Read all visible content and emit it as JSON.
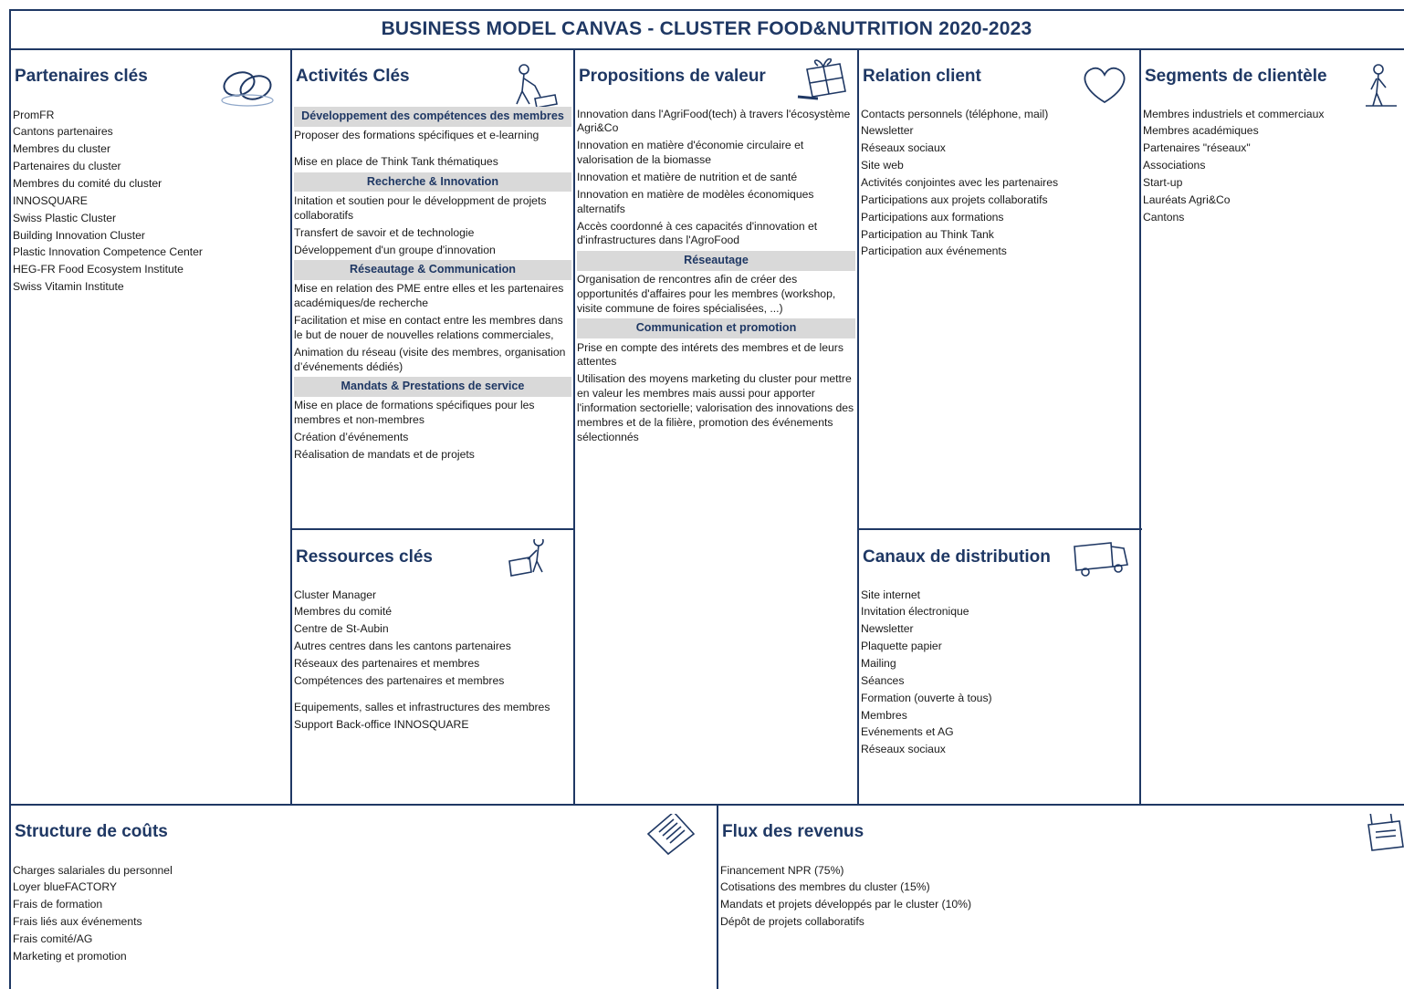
{
  "title": "BUSINESS MODEL CANVAS - CLUSTER FOOD&NUTRITION 2020-2023",
  "colors": {
    "frame": "#1f3864",
    "heading": "#1f3864",
    "section_bg": "#d9d9d9"
  },
  "partenaires": {
    "heading": "Partenaires clés",
    "icon": "chain-links-icon",
    "items": [
      "PromFR",
      "Cantons partenaires",
      "Membres du cluster",
      "Partenaires du cluster",
      "Membres du comité du cluster",
      "INNOSQUARE",
      "Swiss Plastic Cluster",
      "Building Innovation Cluster",
      "Plastic Innovation Competence Center",
      "HEG-FR Food Ecosystem Institute",
      "Swiss Vitamin Institute"
    ]
  },
  "activites": {
    "heading": "Activités Clés",
    "icon": "worker-icon",
    "sections": [
      {
        "title": "Développement des compétences des membres",
        "items": [
          "Proposer des formations spécifiques et e-learning",
          "",
          "Mise en place de Think Tank thématiques"
        ]
      },
      {
        "title": "Recherche & Innovation",
        "items": [
          "Initation et soutien pour le développment de projets collaboratifs",
          "Transfert de savoir et de technologie",
          "Développement d'un groupe d'innovation"
        ]
      },
      {
        "title": "Réseautage & Communication",
        "items": [
          "Mise en relation des PME entre elles et les partenaires académiques/de recherche",
          "Facilitation et mise en contact entre les membres dans le but de nouer de nouvelles relations commerciales,",
          "Animation du réseau (visite des membres, organisation d’événements dédiés)"
        ]
      },
      {
        "title": "Mandats & Prestations de service",
        "items": [
          "Mise en place de formations spécifiques pour les membres et non-membres",
          "Création d’événements",
          "Réalisation de mandats et de projets"
        ]
      }
    ]
  },
  "propositions": {
    "heading": "Propositions de valeur",
    "icon": "gift-icon",
    "items": [
      "Innovation dans l'AgriFood(tech) à travers l'écosystème Agri&Co",
      "Innovation en matière d'économie circulaire et valorisation de la biomasse",
      "Innovation et matière de nutrition et de santé",
      "Innovation en matière de modèles économiques alternatifs",
      "Accès coordonné à ces capacités d'innovation et d'infrastructures dans l'AgroFood"
    ],
    "sections": [
      {
        "title": "Réseautage",
        "items": [
          "Organisation de rencontres afin de créer des opportunités d'affaires pour les membres (workshop, visite commune de foires spécialisées, ...)"
        ]
      },
      {
        "title": "Communication et promotion",
        "items": [
          "Prise en compte des intérets des membres et de leurs attentes",
          "Utilisation des moyens marketing du cluster pour mettre en valeur les membres mais aussi pour apporter l'information sectorielle; valorisation des innovations des membres et de la filière, promotion des événements sélectionnés"
        ]
      }
    ]
  },
  "relation": {
    "heading": "Relation client",
    "icon": "heart-icon",
    "items": [
      "Contacts personnels (téléphone, mail)",
      "Newsletter",
      "Réseaux sociaux",
      "Site web",
      "Activités conjointes avec les partenaires",
      "Participations aux projets collaboratifs",
      "Participations aux formations",
      "Participation au Think Tank",
      "Participation aux événements"
    ]
  },
  "segments": {
    "heading": "Segments de clientèle",
    "icon": "person-icon",
    "items": [
      "Membres industriels et commerciaux",
      "Membres académiques",
      "Partenaires \"réseaux\"",
      "Associations",
      "Start-up",
      "Lauréats Agri&Co",
      "Cantons"
    ]
  },
  "ressources": {
    "heading": "Ressources clés",
    "icon": "worker-crate-icon",
    "items": [
      "Cluster Manager",
      "Membres du comité",
      "Centre de St-Aubin",
      "Autres centres dans les cantons partenaires",
      "Réseaux des partenaires et membres",
      "Compétences des partenaires et membres",
      "",
      "Equipements, salles et infrastructures des membres",
      "Support Back-office INNOSQUARE"
    ]
  },
  "canaux": {
    "heading": "Canaux de distribution",
    "icon": "truck-icon",
    "items": [
      "Site internet",
      "Invitation électronique",
      "Newsletter",
      "Plaquette papier",
      "Mailing",
      "Séances",
      "Formation (ouverte à tous)",
      "Membres",
      "Evénements et AG",
      "Réseaux sociaux"
    ]
  },
  "couts": {
    "heading": "Structure de coûts",
    "icon": "document-icon",
    "items": [
      "Charges salariales du personnel",
      "Loyer blueFACTORY",
      "Frais de formation",
      "Frais liés aux événements",
      "Frais comité/AG",
      "Marketing et promotion"
    ]
  },
  "revenus": {
    "heading": "Flux des revenus",
    "icon": "cash-register-icon",
    "items": [
      "Financement NPR (75%)",
      "Cotisations des membres du cluster (15%)",
      "Mandats et projets développés par le cluster (10%)",
      "Dépôt de projets collaboratifs"
    ]
  }
}
